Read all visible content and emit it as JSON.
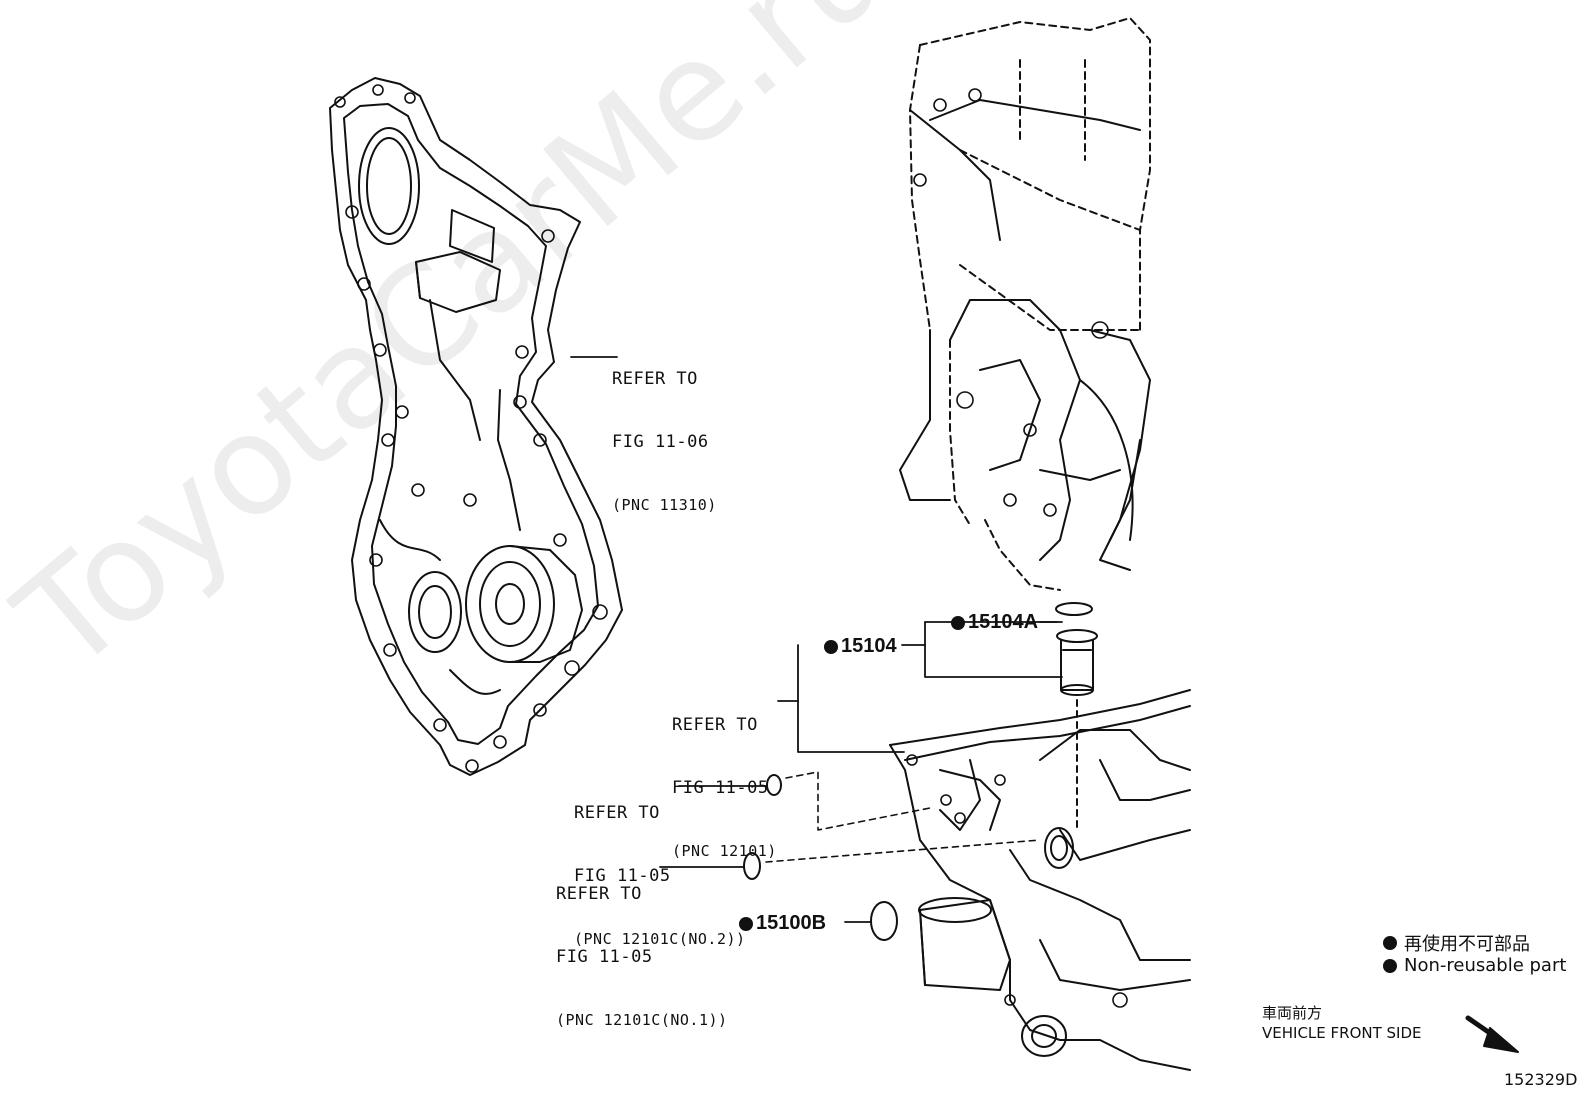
{
  "watermark": "ToyotaCarMe.ru",
  "refs": {
    "timing_cover": {
      "line1": "REFER TO",
      "line2": "FIG 11-06",
      "line3": "(PNC 11310)"
    },
    "block": {
      "line1": "REFER TO",
      "line2": "FIG 11-05",
      "line3": "(PNC 12101)"
    },
    "oring_no2": {
      "line1": "REFER TO",
      "line2": "FIG 11-05",
      "line3": "(PNC 12101C(NO.2))"
    },
    "oring_no1": {
      "line1": "REFER TO",
      "line2": "FIG 11-05",
      "line3": "(PNC 12101C(NO.1))"
    }
  },
  "parts": {
    "p15104A": "15104A",
    "p15104": "15104",
    "p15100B": "15100B"
  },
  "legend": {
    "jp": "再使用不可部品",
    "en": "Non-reusable part"
  },
  "direction": {
    "jp": "車両前方",
    "en": "VEHICLE FRONT SIDE"
  },
  "figure_id": "152329D"
}
